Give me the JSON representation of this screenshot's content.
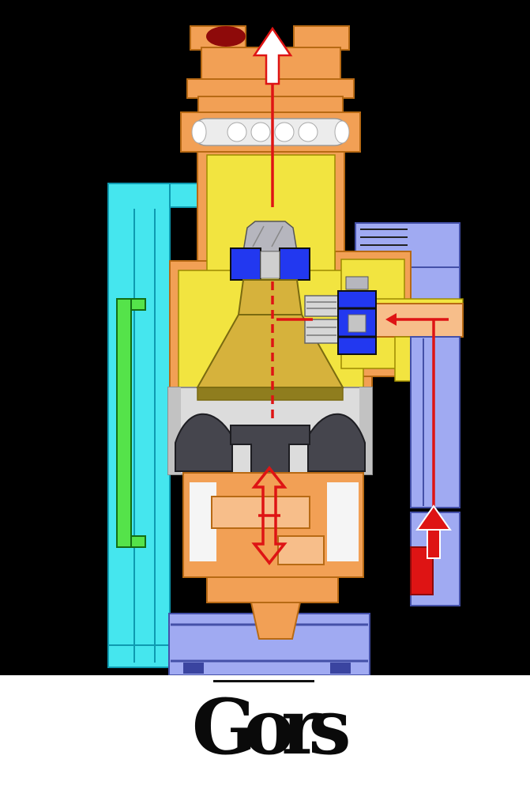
{
  "caption": {
    "text": "Gors"
  },
  "figure": {
    "type": "cross-section-diagram",
    "subject": "valve-assembly-cross-section",
    "arrows": [
      {
        "name": "outlet-flow-arrow",
        "direction": "up"
      },
      {
        "name": "inlet-flow-arrow",
        "direction": "up"
      },
      {
        "name": "stem-travel-arrow",
        "direction": "up-down"
      },
      {
        "name": "side-port-flow-line",
        "direction": "left"
      }
    ]
  },
  "colors": {
    "body-orange": "#F2A055",
    "body-orange-dark": "#B86A14",
    "pipe-orange": "#F7BE8A",
    "inner-yellow": "#F2E440",
    "yellow-dark": "#9C8A00",
    "cyan": "#45E6EE",
    "cyan-dark": "#0E9AB0",
    "green": "#55E34A",
    "green-dark": "#146E14",
    "periwinkle": "#A0AAF2",
    "periwinkle-dark": "#4450A8",
    "blue-seal": "#2238F0",
    "gold": "#D6B23C",
    "gold-dark": "#7A6A10",
    "gold-deep": "#8F7D1E",
    "gray-light": "#DCDCDC",
    "gray-mid": "#8F8F8F",
    "charcoal": "#45454D",
    "red": "#DE1414",
    "dark-red": "#8E0A0A",
    "caption-bg": "#FFFFFF",
    "caption-text": "#0A0A0A"
  }
}
